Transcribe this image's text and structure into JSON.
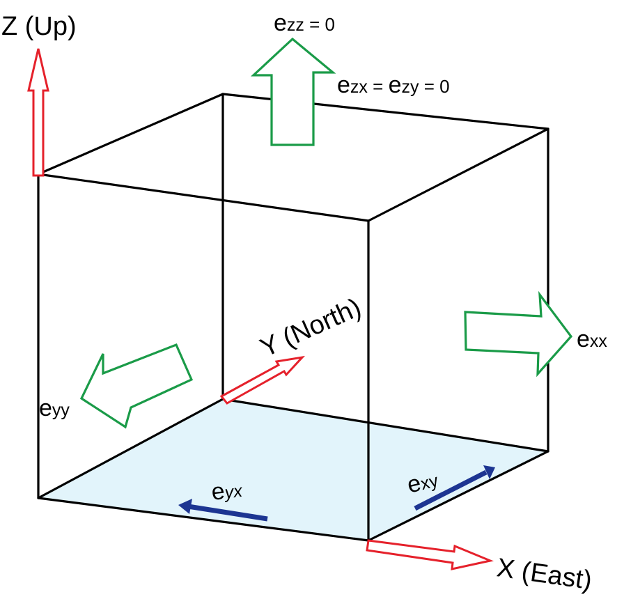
{
  "axes": {
    "z": "Z (Up)",
    "y": "Y (North)",
    "x": "X (East)"
  },
  "strains": {
    "ezz": {
      "base": "e",
      "sub": "zz",
      "suffix": " = 0"
    },
    "ezx_ezy": {
      "base1": "e",
      "sub1": "zx",
      "mid": " = ",
      "base2": "e",
      "sub2": "zy",
      "suffix": " = 0"
    },
    "exx": {
      "base": "e",
      "sub": "xx"
    },
    "eyy": {
      "base": "e",
      "sub": "yy"
    },
    "eyx": {
      "base": "e",
      "sub": "yx"
    },
    "exy": {
      "base": "e",
      "sub": "xy"
    }
  },
  "colors": {
    "edges": "#000000",
    "axis_arrows": "#e5212b",
    "normal_strain_arrows": "#1a9b48",
    "shear_strain_arrows": "#1d3592",
    "bottom_face_fill": "#e2f4fb"
  }
}
